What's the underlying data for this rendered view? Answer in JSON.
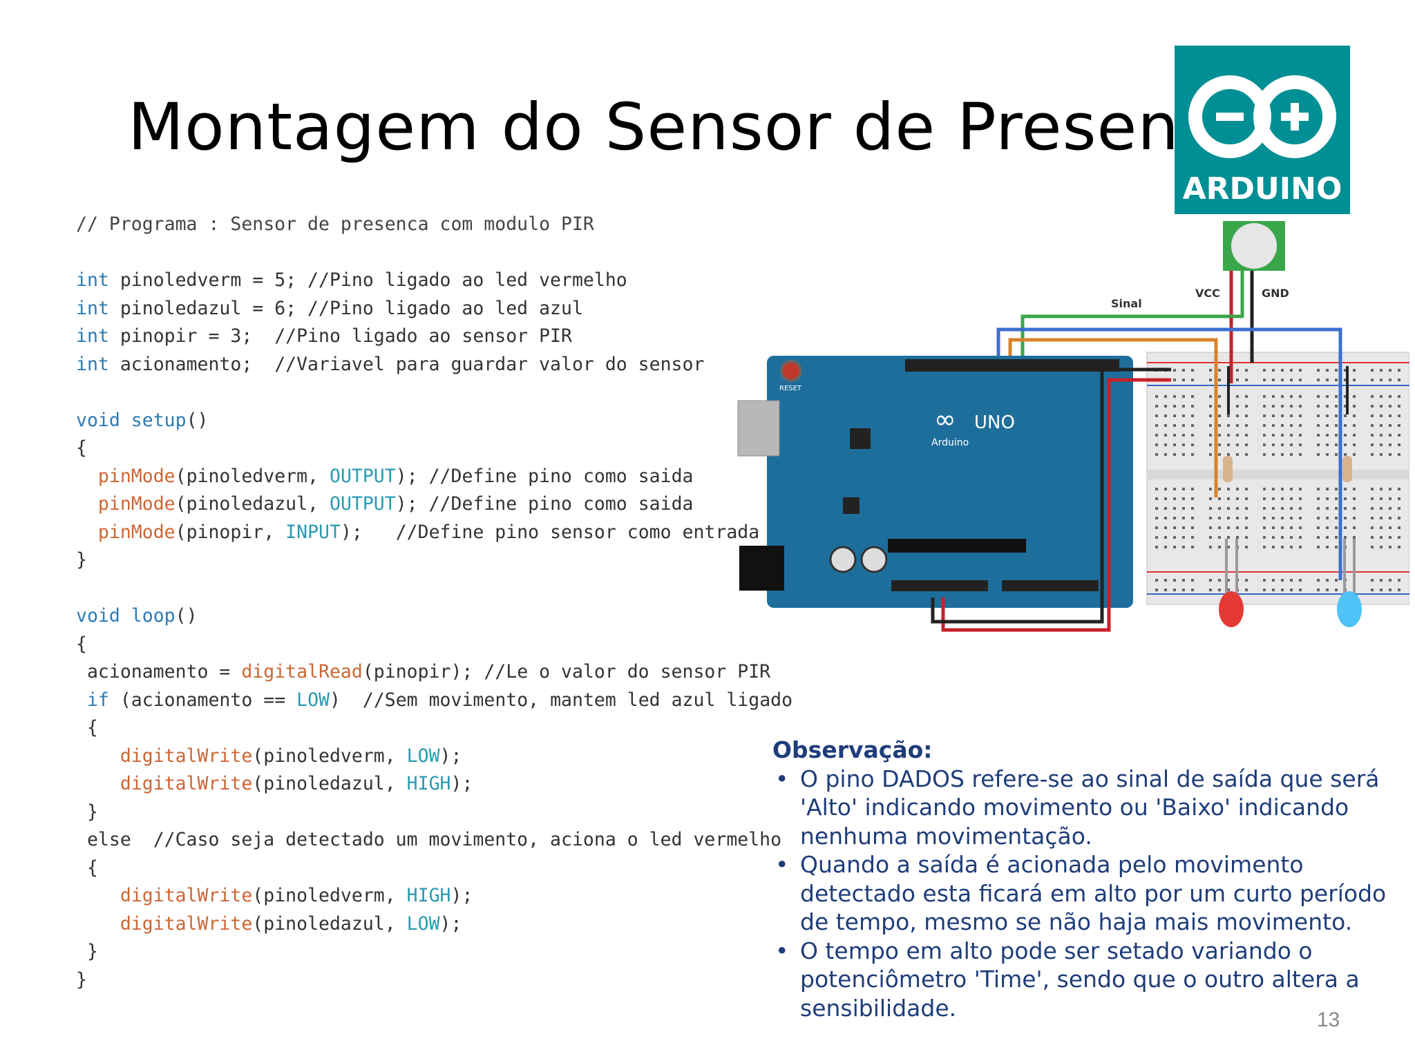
{
  "title": "Montagem do Sensor de Presença",
  "logo": {
    "text": "ARDUINO",
    "icon": "arduino-infinity-logo-icon",
    "color": "#008f94"
  },
  "code": {
    "lines": [
      [
        {
          "t": "// Programa : Sensor de presenca com modulo PIR",
          "c": "cm"
        }
      ],
      [],
      [
        {
          "t": "int",
          "c": "kw"
        },
        {
          "t": " pinoledverm = 5; //Pino ligado ao led vermelho",
          "c": "tx"
        }
      ],
      [
        {
          "t": "int",
          "c": "kw"
        },
        {
          "t": " pinoledazul = 6; //Pino ligado ao led azul",
          "c": "tx"
        }
      ],
      [
        {
          "t": "int",
          "c": "kw"
        },
        {
          "t": " pinopir = 3;  //Pino ligado ao sensor PIR",
          "c": "tx"
        }
      ],
      [
        {
          "t": "int",
          "c": "kw"
        },
        {
          "t": " acionamento;  //Variavel para guardar valor do sensor",
          "c": "tx"
        }
      ],
      [],
      [
        {
          "t": "void",
          "c": "kw"
        },
        {
          "t": " ",
          "c": "tx"
        },
        {
          "t": "setup",
          "c": "kw"
        },
        {
          "t": "()",
          "c": "tx"
        }
      ],
      [
        {
          "t": "{",
          "c": "tx"
        }
      ],
      [
        {
          "t": "  ",
          "c": "tx"
        },
        {
          "t": "pinMode",
          "c": "fn"
        },
        {
          "t": "(pinoledverm, ",
          "c": "tx"
        },
        {
          "t": "OUTPUT",
          "c": "cst"
        },
        {
          "t": "); //Define pino como saida",
          "c": "tx"
        }
      ],
      [
        {
          "t": "  ",
          "c": "tx"
        },
        {
          "t": "pinMode",
          "c": "fn"
        },
        {
          "t": "(pinoledazul, ",
          "c": "tx"
        },
        {
          "t": "OUTPUT",
          "c": "cst"
        },
        {
          "t": "); //Define pino como saida",
          "c": "tx"
        }
      ],
      [
        {
          "t": "  ",
          "c": "tx"
        },
        {
          "t": "pinMode",
          "c": "fn"
        },
        {
          "t": "(pinopir, ",
          "c": "tx"
        },
        {
          "t": "INPUT",
          "c": "cst"
        },
        {
          "t": ");   //Define pino sensor como entrada",
          "c": "tx"
        }
      ],
      [
        {
          "t": "}",
          "c": "tx"
        }
      ],
      [],
      [
        {
          "t": "void",
          "c": "kw"
        },
        {
          "t": " ",
          "c": "tx"
        },
        {
          "t": "loop",
          "c": "kw"
        },
        {
          "t": "()",
          "c": "tx"
        }
      ],
      [
        {
          "t": "{",
          "c": "tx"
        }
      ],
      [
        {
          "t": " acionamento = ",
          "c": "tx"
        },
        {
          "t": "digitalRead",
          "c": "fn"
        },
        {
          "t": "(pinopir); //Le o valor do sensor PIR",
          "c": "tx"
        }
      ],
      [
        {
          "t": " ",
          "c": "tx"
        },
        {
          "t": "if",
          "c": "kw"
        },
        {
          "t": " (acionamento == ",
          "c": "tx"
        },
        {
          "t": "LOW",
          "c": "cst"
        },
        {
          "t": ")  //Sem movimento, mantem led azul ligado",
          "c": "tx"
        }
      ],
      [
        {
          "t": " {",
          "c": "tx"
        }
      ],
      [
        {
          "t": "    ",
          "c": "tx"
        },
        {
          "t": "digitalWrite",
          "c": "fn"
        },
        {
          "t": "(pinoledverm, ",
          "c": "tx"
        },
        {
          "t": "LOW",
          "c": "cst"
        },
        {
          "t": ");",
          "c": "tx"
        }
      ],
      [
        {
          "t": "    ",
          "c": "tx"
        },
        {
          "t": "digitalWrite",
          "c": "fn"
        },
        {
          "t": "(pinoledazul, ",
          "c": "tx"
        },
        {
          "t": "HIGH",
          "c": "cst"
        },
        {
          "t": ");",
          "c": "tx"
        }
      ],
      [
        {
          "t": " }",
          "c": "tx"
        }
      ],
      [
        {
          "t": " else",
          "c": "tx"
        },
        {
          "t": "  //Caso seja detectado um movimento, aciona o led vermelho",
          "c": "tx"
        }
      ],
      [
        {
          "t": " {",
          "c": "tx"
        }
      ],
      [
        {
          "t": "    ",
          "c": "tx"
        },
        {
          "t": "digitalWrite",
          "c": "fn"
        },
        {
          "t": "(pinoledverm, ",
          "c": "tx"
        },
        {
          "t": "HIGH",
          "c": "cst"
        },
        {
          "t": ");",
          "c": "tx"
        }
      ],
      [
        {
          "t": "    ",
          "c": "tx"
        },
        {
          "t": "digitalWrite",
          "c": "fn"
        },
        {
          "t": "(pinoledazul, ",
          "c": "tx"
        },
        {
          "t": "LOW",
          "c": "cst"
        },
        {
          "t": ");",
          "c": "tx"
        }
      ],
      [
        {
          "t": " }",
          "c": "tx"
        }
      ],
      [
        {
          "t": "}",
          "c": "tx"
        }
      ]
    ]
  },
  "circuit": {
    "labels": {
      "sinal": "Sinal",
      "vcc": "VCC",
      "gnd": "GND",
      "uno": "UNO",
      "arduino": "Arduino",
      "reset": "RESET"
    },
    "colors": {
      "board": "#1e6e9c",
      "wire_green": "#3aa64a",
      "wire_orange": "#d9822b",
      "wire_blue": "#3b6fd1",
      "wire_red": "#c8202a",
      "wire_black": "#222222"
    }
  },
  "observation": {
    "heading": "Observação:",
    "bullets": [
      "O pino DADOS refere-se ao sinal de saída que será 'Alto' indicando movimento ou 'Baixo' indicando nenhuma movimentação.",
      "Quando a saída é acionada pelo movimento detectado esta ficará em alto por um curto período de tempo, mesmo se não haja mais movimento.",
      "O tempo em alto pode ser setado variando o potenciômetro 'Time', sendo que o outro altera a sensibilidade."
    ]
  },
  "page_number": "13"
}
